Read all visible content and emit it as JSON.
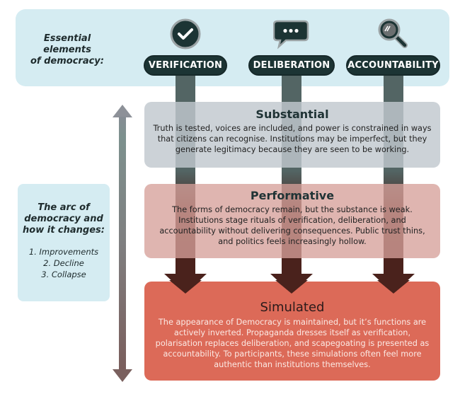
{
  "header": {
    "label_line1": "Essential elements",
    "label_line2": "of democracy:"
  },
  "elements": [
    {
      "label": "VERIFICATION",
      "icon": "check-circle-icon"
    },
    {
      "label": "DELIBERATION",
      "icon": "speech-bubble-icon"
    },
    {
      "label": "ACCOUNTABILITY",
      "icon": "magnifying-glass-icon"
    }
  ],
  "stages": [
    {
      "title": "Substantial",
      "text": "Truth is tested, voices are included, and power is constrained in ways that citizens can recognise. Institutions may be imperfect, but they generate legitimacy because they are seen to be working.",
      "color": "#c1c8ce"
    },
    {
      "title": "Performative",
      "text": "The forms of democracy remain, but the substance is weak. Institutions stage rituals of verification, deliberation, and accountability without delivering consequences. Public trust thins, and politics feels increasingly hollow.",
      "color": "#d6a09a"
    },
    {
      "title": "Simulated",
      "text": "The appearance of Democracy is maintained, but it’s functions are actively inverted. Propaganda dresses itself as verification, polarisation replaces deliberation, and scapegoating is presented as accountability. To participants, these simulations often feel more authentic than institutions themselves.",
      "color": "#dc6a58"
    }
  ],
  "arc": {
    "title_line1": "The arc of",
    "title_line2": "democracy and",
    "title_line3": "how it changes:",
    "items": [
      "1. Improvements",
      "2. Decline",
      "3. Collapse"
    ]
  },
  "colors": {
    "header_bg": "#d5ecf2",
    "pill_bg": "#1c3434",
    "stem_top": "#536564",
    "stem_bottom": "#4a221c"
  }
}
